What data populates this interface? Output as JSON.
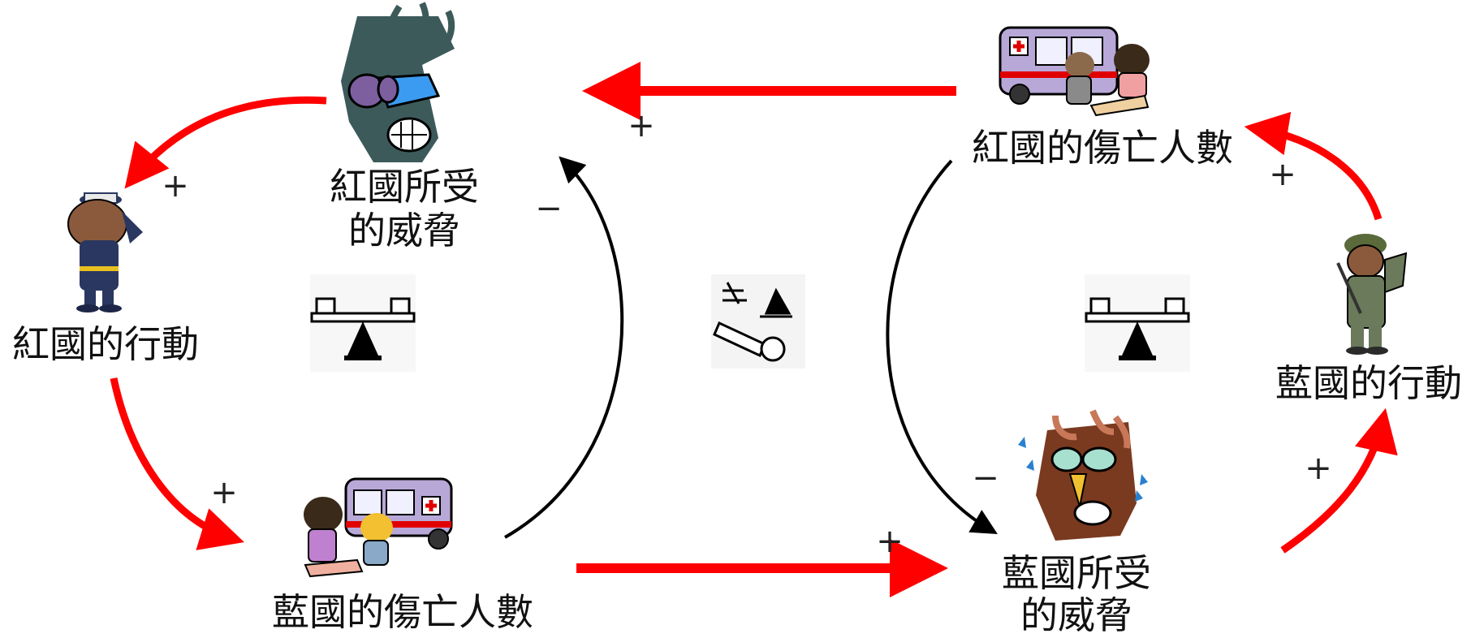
{
  "nodes": {
    "red_threat": {
      "line1": "紅國所受",
      "line2": "的威脅"
    },
    "red_action": {
      "label": "紅國的行動"
    },
    "blue_casualties": {
      "label": "藍國的傷亡人數"
    },
    "red_casualties": {
      "label": "紅國的傷亡人數"
    },
    "blue_action": {
      "label": "藍國的行動"
    },
    "blue_threat": {
      "line1": "藍國所受",
      "line2": "的威脅"
    }
  },
  "signs": {
    "threat_to_red_action": "+",
    "red_action_to_blue_casualties": "+",
    "blue_casualties_to_red_threat": "−",
    "red_casualties_to_red_threat": "+",
    "blue_casualties_to_blue_threat": "+",
    "red_casualties_to_blue_threat": "−",
    "blue_action_to_red_casualties": "+",
    "blue_threat_to_blue_action": "+"
  },
  "loops": {
    "left": "balancing-scale-icon",
    "right": "balancing-scale-icon",
    "center": "firing-cannon-icon"
  },
  "colors": {
    "red_arrow": "#ff0000",
    "black_arrow": "#000000"
  }
}
